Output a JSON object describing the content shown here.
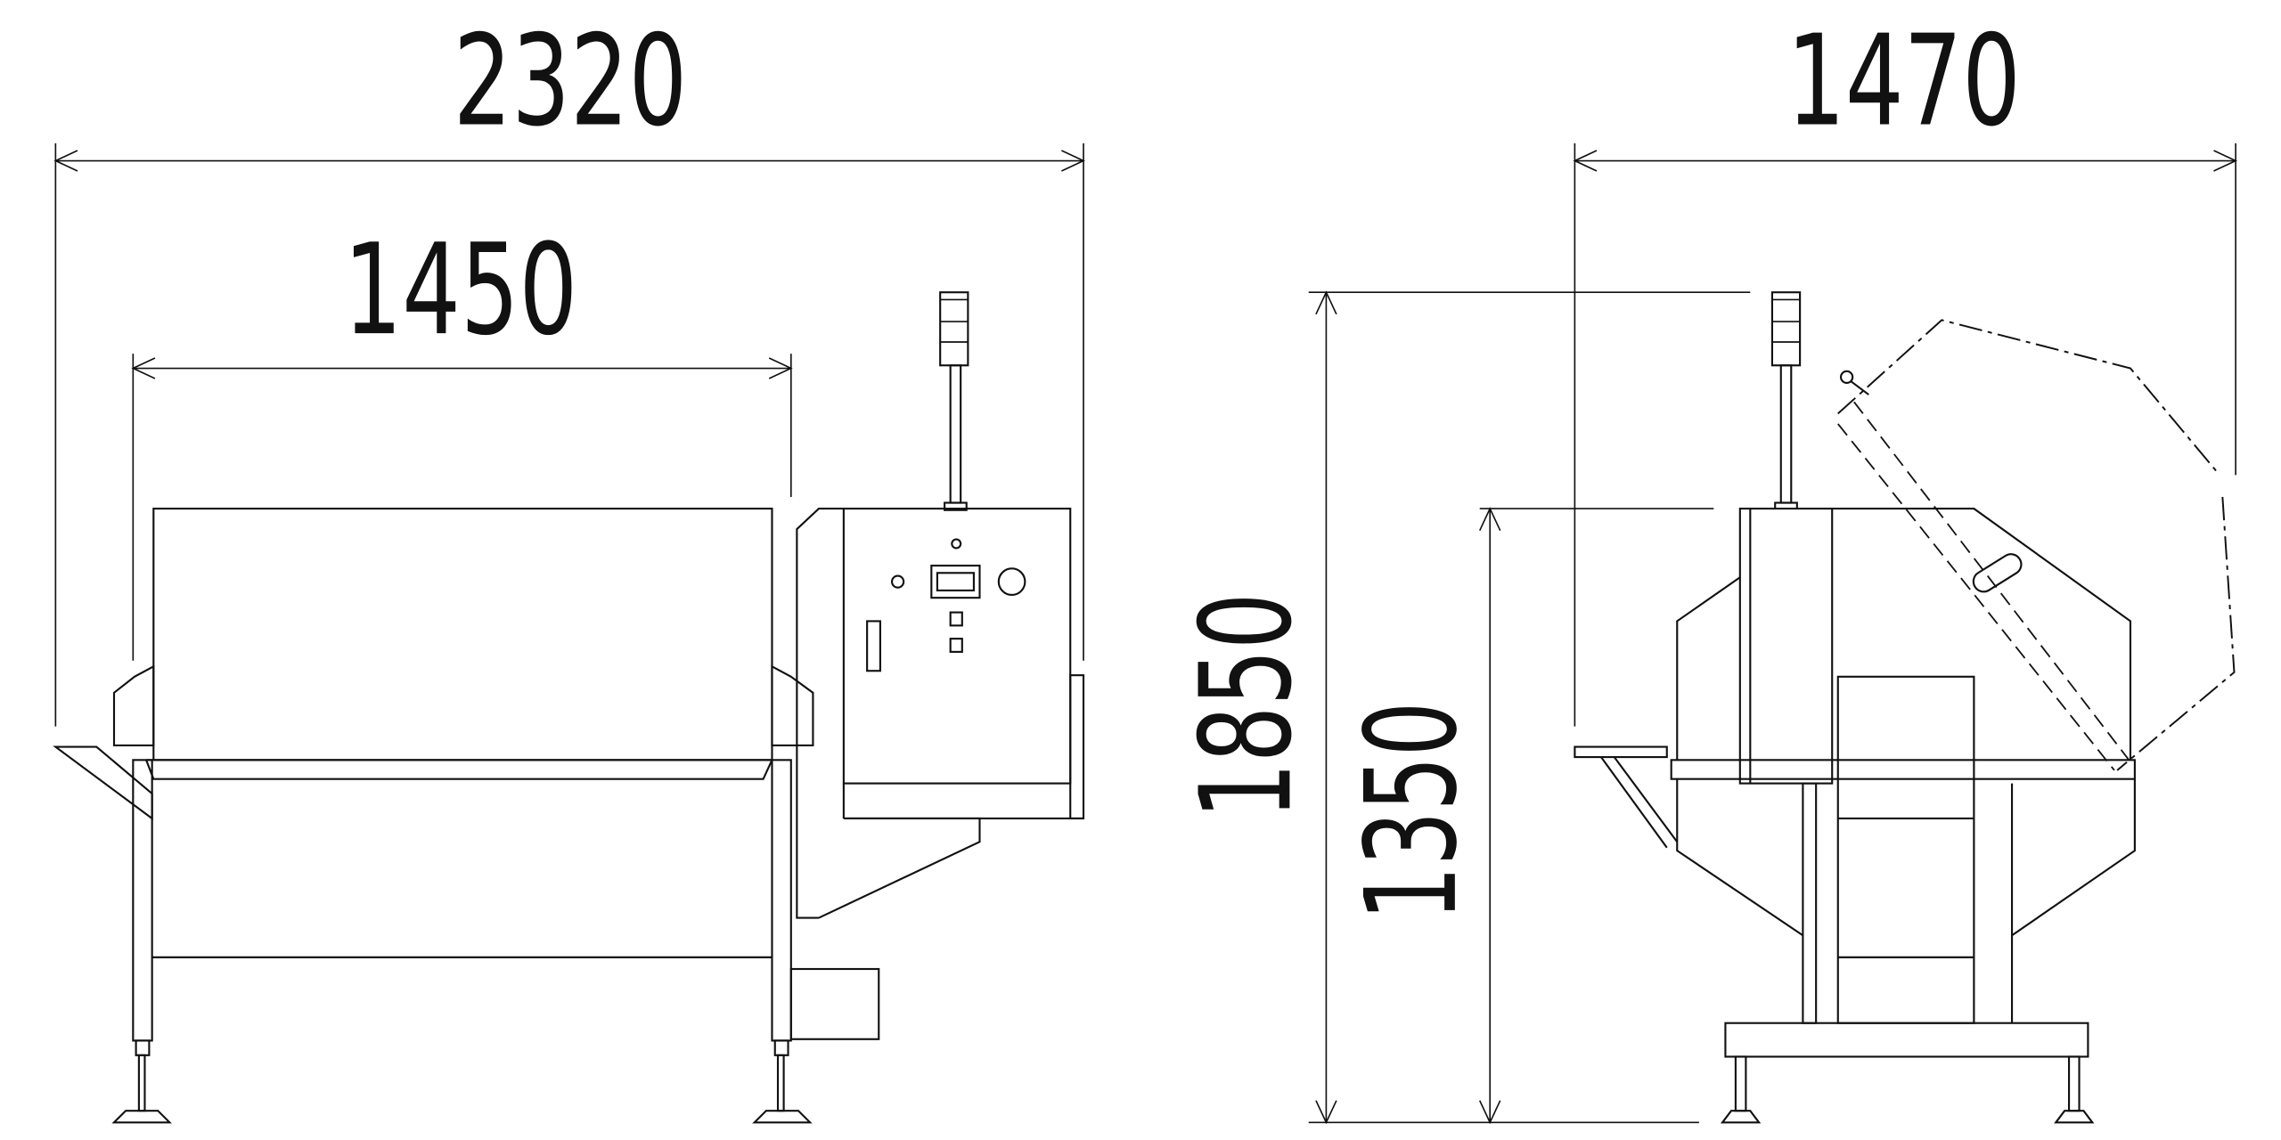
{
  "dimensions": {
    "front_overall_width": "2320",
    "front_drum_width": "1450",
    "side_overall_depth": "1470",
    "side_overall_height": "1850",
    "side_table_height": "1350"
  }
}
